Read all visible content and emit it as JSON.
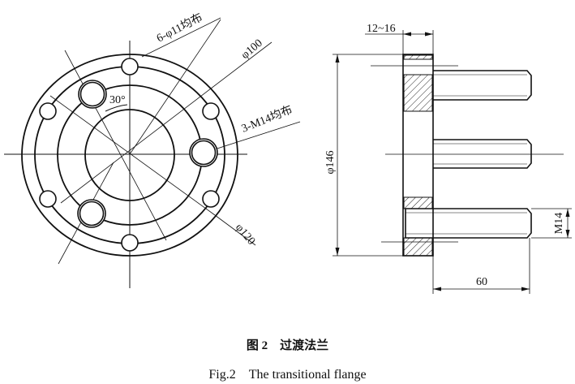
{
  "front_view": {
    "holes_label": "6-φ11均布",
    "d100_label": "φ100",
    "threads_label": "3-M14均布",
    "angle_label": "30°",
    "d120_label": "φ120"
  },
  "side_view": {
    "thickness_label": "12~16",
    "d146_label": "φ146",
    "m14_label": "M14",
    "length_label": "60"
  },
  "caption": {
    "cn": "图 2　过渡法兰",
    "en": "Fig.2　The transitional flange"
  }
}
